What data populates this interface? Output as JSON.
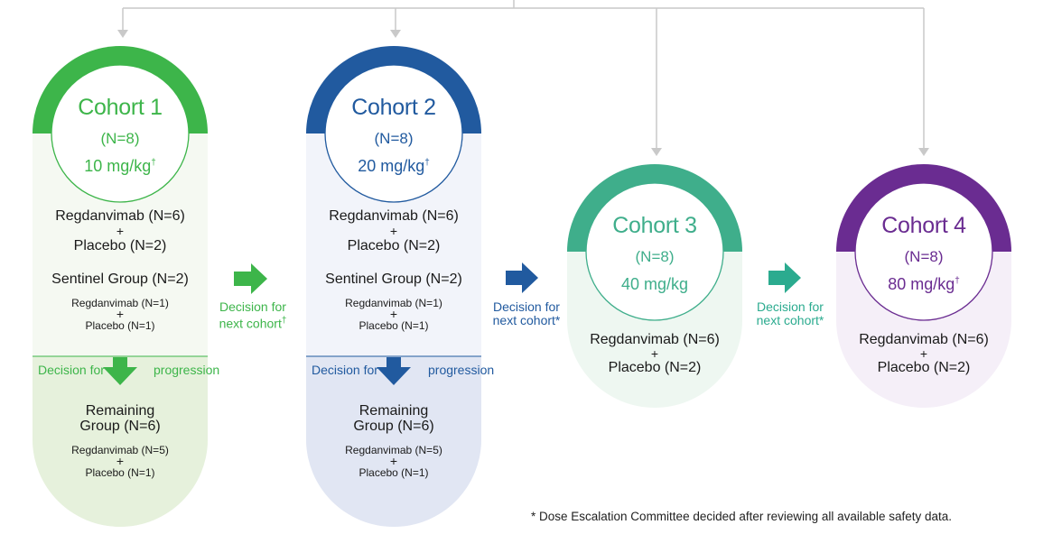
{
  "colors": {
    "c1": "#3db54a",
    "c1_light": "#f5f9f2",
    "c1_lower": "#e6f1dc",
    "c2": "#215a9f",
    "c2_light": "#f2f4fa",
    "c2_lower": "#e1e6f3",
    "c3": "#3fae8b",
    "c3_light": "#eef7f1",
    "c4": "#6a2c91",
    "c4_light": "#f5eff8",
    "arrow_teal": "#2bab8f",
    "line": "#c9c9c9"
  },
  "cohorts": [
    {
      "title": "Cohort 1",
      "n": "(N=8)",
      "dose": "10 mg/kg",
      "dose_sup": "†",
      "treatment": "Regdanvimab (N=6)",
      "plus": "+",
      "placebo": "Placebo (N=2)",
      "sentinel_title": "Sentinel Group (N=2)",
      "sentinel_drug": "Regdanvimab (N=1)",
      "sentinel_placebo": "Placebo (N=1)",
      "decision_left": "Decision for",
      "decision_right": "progression",
      "remaining_line1": "Remaining",
      "remaining_line2": "Group (N=6)",
      "remaining_drug": "Regdanvimab (N=5)",
      "remaining_placebo": "Placebo (N=1)"
    },
    {
      "title": "Cohort 2",
      "n": "(N=8)",
      "dose": "20 mg/kg",
      "dose_sup": "†",
      "treatment": "Regdanvimab (N=6)",
      "plus": "+",
      "placebo": "Placebo (N=2)",
      "sentinel_title": "Sentinel Group (N=2)",
      "sentinel_drug": "Regdanvimab (N=1)",
      "sentinel_placebo": "Placebo (N=1)",
      "decision_left": "Decision for",
      "decision_right": "progression",
      "remaining_line1": "Remaining",
      "remaining_line2": "Group (N=6)",
      "remaining_drug": "Regdanvimab (N=5)",
      "remaining_placebo": "Placebo (N=1)"
    },
    {
      "title": "Cohort 3",
      "n": "(N=8)",
      "dose": "40 mg/kg",
      "treatment": "Regdanvimab (N=6)",
      "plus": "+",
      "placebo": "Placebo (N=2)"
    },
    {
      "title": "Cohort 4",
      "n": "(N=8)",
      "dose": "80 mg/kg",
      "dose_sup": "†",
      "treatment": "Regdanvimab (N=6)",
      "plus": "+",
      "placebo": "Placebo (N=2)"
    }
  ],
  "transitions": [
    {
      "line1": "Decision for",
      "line2": "next cohort",
      "mark": "†"
    },
    {
      "line1": "Decision for",
      "line2": "next cohort*"
    },
    {
      "line1": "Decision for",
      "line2": "next cohort*"
    }
  ],
  "footnote": "* Dose Escalation Committee decided after reviewing all available safety data."
}
